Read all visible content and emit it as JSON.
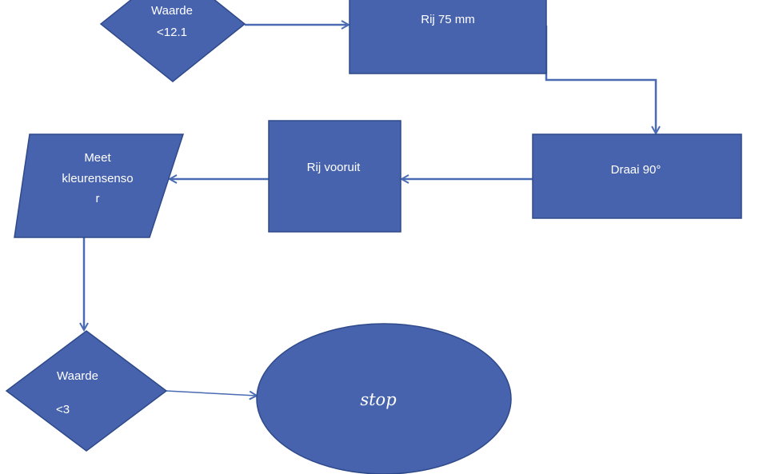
{
  "colors": {
    "shape_fill": "#4763ad",
    "shape_stroke": "#2f4a8a",
    "connector": "#4a6bb3",
    "text": "#ffffff",
    "background": "#ffffff"
  },
  "shapes": {
    "decision_top": {
      "line1": "Waarde",
      "line2": "<12.1"
    },
    "rij75": {
      "label": "Rij 75 mm"
    },
    "draai": {
      "label": "Draai 90°"
    },
    "vooruit": {
      "label": "Rij vooruit"
    },
    "meet": {
      "line1": "Meet",
      "line2": "kleurensenso",
      "line3": "r"
    },
    "decision_bottom": {
      "line1": "Waarde",
      "line2": "<3"
    },
    "stop": {
      "label": "stop"
    }
  }
}
